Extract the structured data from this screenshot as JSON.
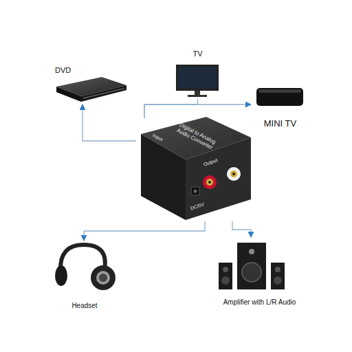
{
  "diagram": {
    "nodes": [
      {
        "text": [
          "DVD"
        ]
      },
      {
        "text": [
          "TV"
        ]
      },
      {
        "text": [
          "MINI TV"
        ]
      },
      {
        "text": [
          "Digital to Analog Audio Converter",
          "Input",
          "Output",
          "DC/5V"
        ]
      },
      {
        "text": [
          "Headset"
        ]
      },
      {
        "text": [
          "Amplifier with L/R Audio"
        ]
      }
    ],
    "edges": [
      {
        "from": 3,
        "to": 0,
        "arrow": "to"
      },
      {
        "from": 3,
        "to": 1,
        "arrow": "none"
      },
      {
        "from": 3,
        "to": 2,
        "arrow": "to"
      },
      {
        "from": 3,
        "to": 4,
        "arrow": "to"
      },
      {
        "from": 3,
        "to": 5,
        "arrow": "to"
      }
    ]
  }
}
